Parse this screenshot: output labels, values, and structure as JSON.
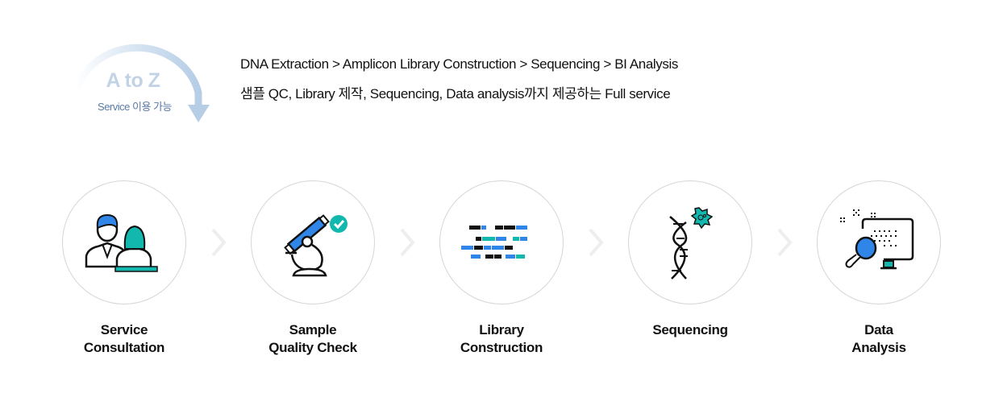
{
  "badge": {
    "title": "A to Z",
    "subtitle": "Service 이용 가능"
  },
  "description": {
    "line1": "DNA Extraction > Amplicon Library Construction > Sequencing > BI Analysis",
    "line2": "샘플 QC, Library 제작, Sequencing, Data analysis까지 제공하는 Full service"
  },
  "steps": [
    {
      "line1": "Service",
      "line2": "Consultation",
      "icon": "consultation-icon"
    },
    {
      "line1": "Sample",
      "line2": "Quality Check",
      "icon": "microscope-icon"
    },
    {
      "line1": "Library",
      "line2": "Construction",
      "icon": "library-blocks-icon"
    },
    {
      "line1": "Sequencing",
      "line2": "",
      "icon": "dna-icon"
    },
    {
      "line1": "Data",
      "line2": "Analysis",
      "icon": "monitor-analysis-icon"
    }
  ],
  "colors": {
    "blue": "#2f86e8",
    "teal": "#12b8ad",
    "arc": "#c3d7ec",
    "text": "#111111"
  }
}
